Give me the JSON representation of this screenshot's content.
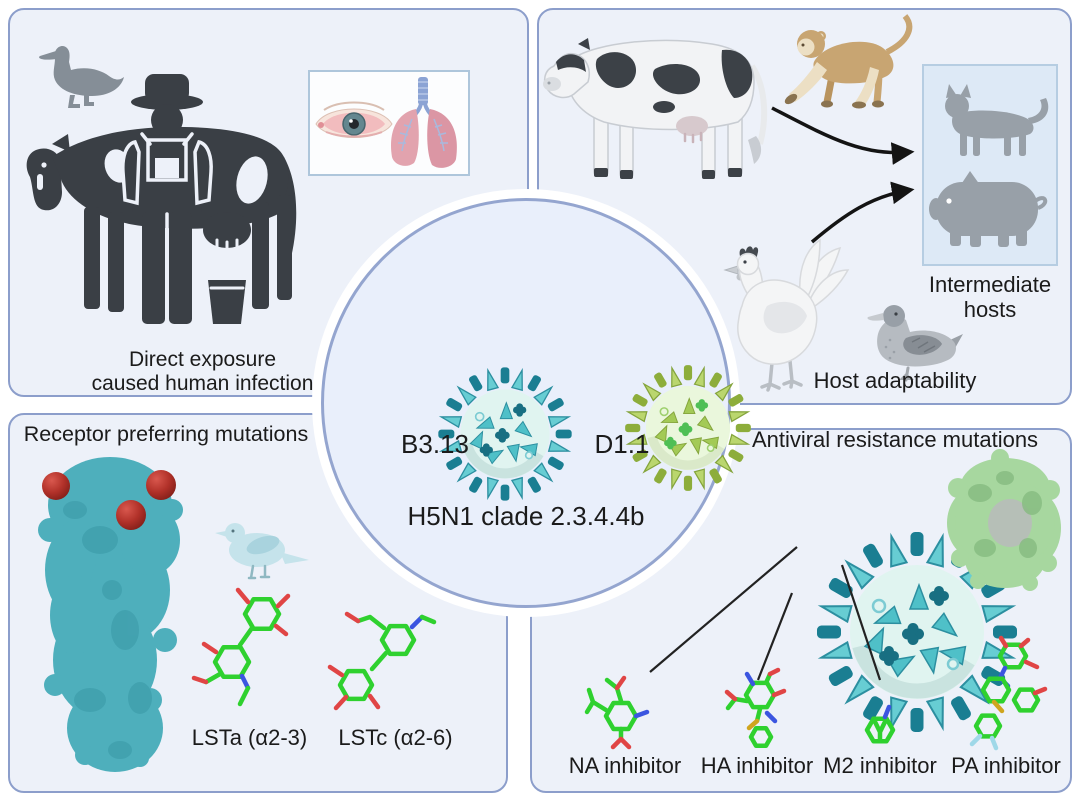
{
  "center": {
    "virus_left": "B3.13",
    "virus_right": "D1.1",
    "clade": "H5N1 clade 2.3.4.4b"
  },
  "panels": {
    "direct_exposure": {
      "caption_line1": "Direct exposure",
      "caption_line2": "caused human infection"
    },
    "host_adaptability": {
      "box_line1": "Intermediate",
      "box_line2": "hosts",
      "caption": "Host adaptability"
    },
    "receptor_mutations": {
      "title": "Receptor preferring mutations",
      "lsta": "LSTa (α2-3)",
      "lstc": "LSTc (α2-6)"
    },
    "antiviral_mutations": {
      "title": "Antiviral resistance mutations",
      "inhibitors": [
        "NA inhibitor",
        "HA inhibitor",
        "M2 inhibitor",
        "PA inhibitor"
      ]
    }
  },
  "colors": {
    "panel_border": "#8c9ecb",
    "panel_bg": "#edf1f9",
    "circle_bg": "#e9effb",
    "circle_border": "#94a5cf",
    "silhouette_dark": "#3a3f45",
    "silhouette_gray": "#98a0a8",
    "virus_teal": "#1a7e92",
    "virus_green": "#8dad3b",
    "molecule_green": "#2fd12f",
    "mutation_red": "#b13129"
  }
}
